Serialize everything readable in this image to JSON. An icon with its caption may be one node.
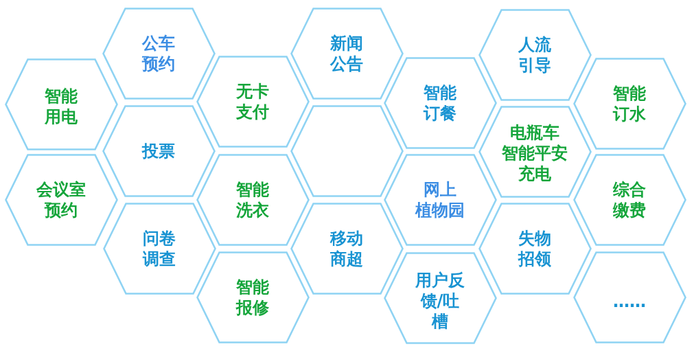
{
  "diagram": {
    "nodes": [
      {
        "text": [
          "智能用电"
        ]
      },
      {
        "text": [
          "会议室预约"
        ]
      },
      {
        "text": [
          "公车预约"
        ]
      },
      {
        "text": [
          "投票"
        ]
      },
      {
        "text": [
          "问卷调查"
        ]
      },
      {
        "text": [
          "无卡支付"
        ]
      },
      {
        "text": [
          "智能洗衣"
        ]
      },
      {
        "text": [
          "智能报修"
        ]
      },
      {
        "text": [
          "新闻公告"
        ]
      },
      {
        "text": [],
        "shape": "hexagon"
      },
      {
        "text": [
          "移动商超"
        ]
      },
      {
        "text": [
          "智能订餐"
        ]
      },
      {
        "text": [
          "网上植物园"
        ]
      },
      {
        "text": [
          "用户反馈/吐槽"
        ]
      },
      {
        "text": [
          "人流引导"
        ]
      },
      {
        "text": [
          "电瓶车智能平安充电"
        ]
      },
      {
        "text": [
          "失物招领"
        ]
      },
      {
        "text": [
          "智能订水"
        ]
      },
      {
        "text": [
          "综合缴费"
        ]
      },
      {
        "text": [
          "……"
        ]
      }
    ]
  }
}
